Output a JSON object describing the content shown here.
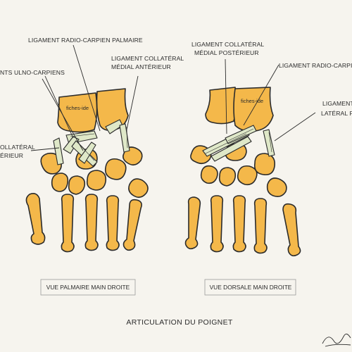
{
  "title": "ARTICULATION DU POIGNET",
  "left_view": {
    "caption": "VUE PALMAIRE MAIN DROITE",
    "bone_label": "fiches-ide",
    "labels": {
      "radio_carpien_palmaire": "LIGAMENT RADIO-CARPIEN PALMAIRE",
      "ulno_carpiens": "NTS ULNO-CARPIENS",
      "collateral_medial_anterieur_1": "LIGAMENT COLLATÉRAL",
      "collateral_medial_anterieur_2": "MÉDIAL ANTÉRIEUR",
      "collateral_cut_1": "OLLATÉRAL",
      "collateral_cut_2": "ÉRIEUR"
    }
  },
  "right_view": {
    "caption": "VUE DORSALE MAIN DROITE",
    "bone_label": "fiches-ide",
    "labels": {
      "collateral_medial_posterieur_1": "LIGAMENT COLLATÉRAL",
      "collateral_medial_posterieur_2": "MÉDIAL POSTÉRIEUR",
      "radio_carpien": "LIGAMENT RADIO-CARPIEN",
      "collateral_lateral_1": "LIGAMENT",
      "collateral_lateral_2": "LATÉRAL P"
    }
  },
  "colors": {
    "bone": "#f4b84a",
    "ligament": "#dfe8c8",
    "outline": "#2b2b2b",
    "background": "#f6f4ee"
  }
}
